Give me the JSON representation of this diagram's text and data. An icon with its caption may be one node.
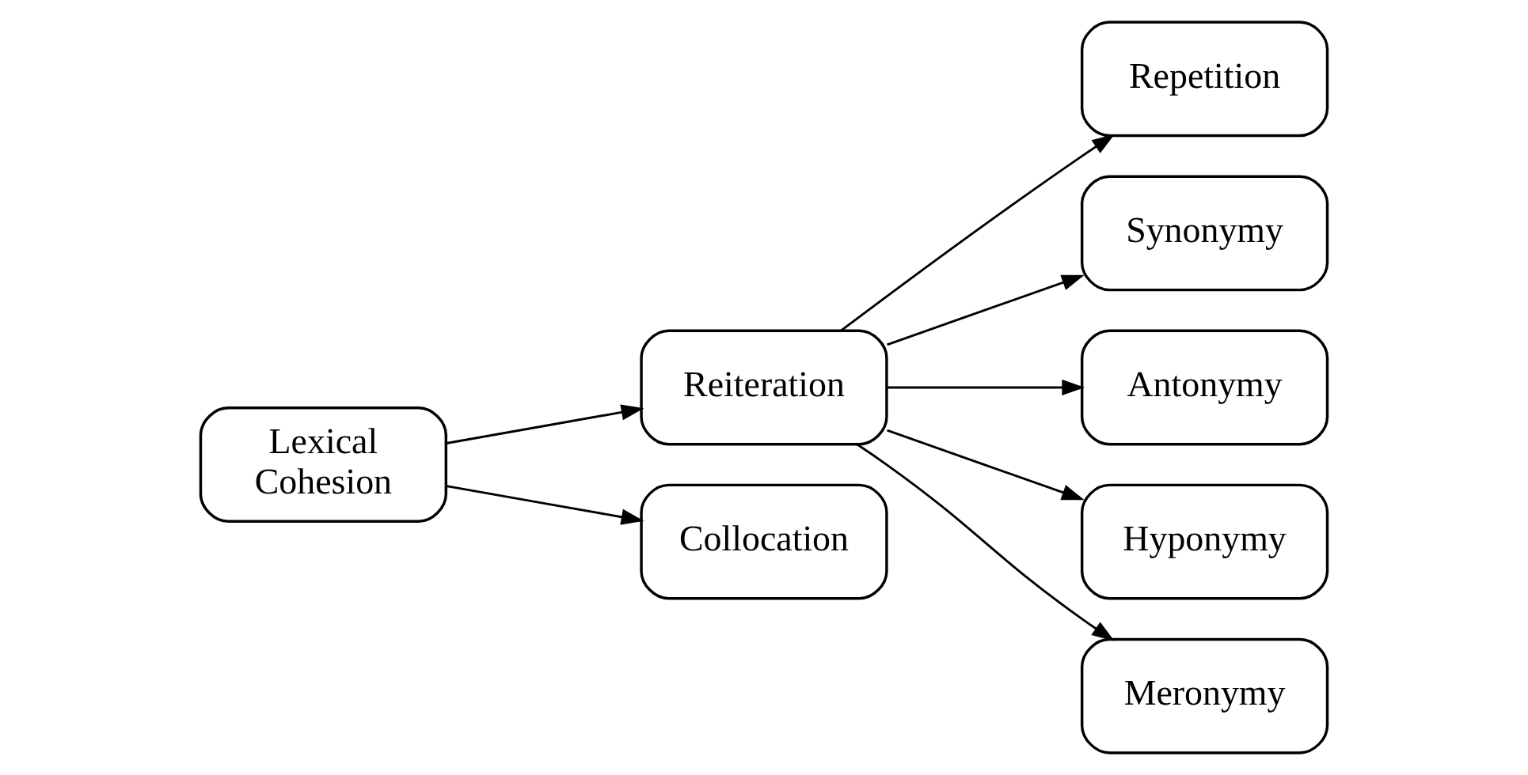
{
  "diagram": {
    "nodes": [
      {
        "text": [
          "Lexical Cohesion"
        ]
      },
      {
        "text": [
          "Reiteration"
        ]
      },
      {
        "text": [
          "Collocation"
        ]
      },
      {
        "text": [
          "Repetition"
        ]
      },
      {
        "text": [
          "Synonymy"
        ]
      },
      {
        "text": [
          "Antonymy"
        ]
      },
      {
        "text": [
          "Hyponymy"
        ]
      },
      {
        "text": [
          "Meronymy"
        ]
      }
    ],
    "edges": [
      {
        "from": 0,
        "to": 1,
        "arrow": "to"
      },
      {
        "from": 0,
        "to": 2,
        "arrow": "to"
      },
      {
        "from": 1,
        "to": 3,
        "arrow": "to"
      },
      {
        "from": 1,
        "to": 4,
        "arrow": "to"
      },
      {
        "from": 1,
        "to": 5,
        "arrow": "to"
      },
      {
        "from": 1,
        "to": 6,
        "arrow": "to"
      },
      {
        "from": 1,
        "to": 7,
        "arrow": "to"
      }
    ]
  }
}
